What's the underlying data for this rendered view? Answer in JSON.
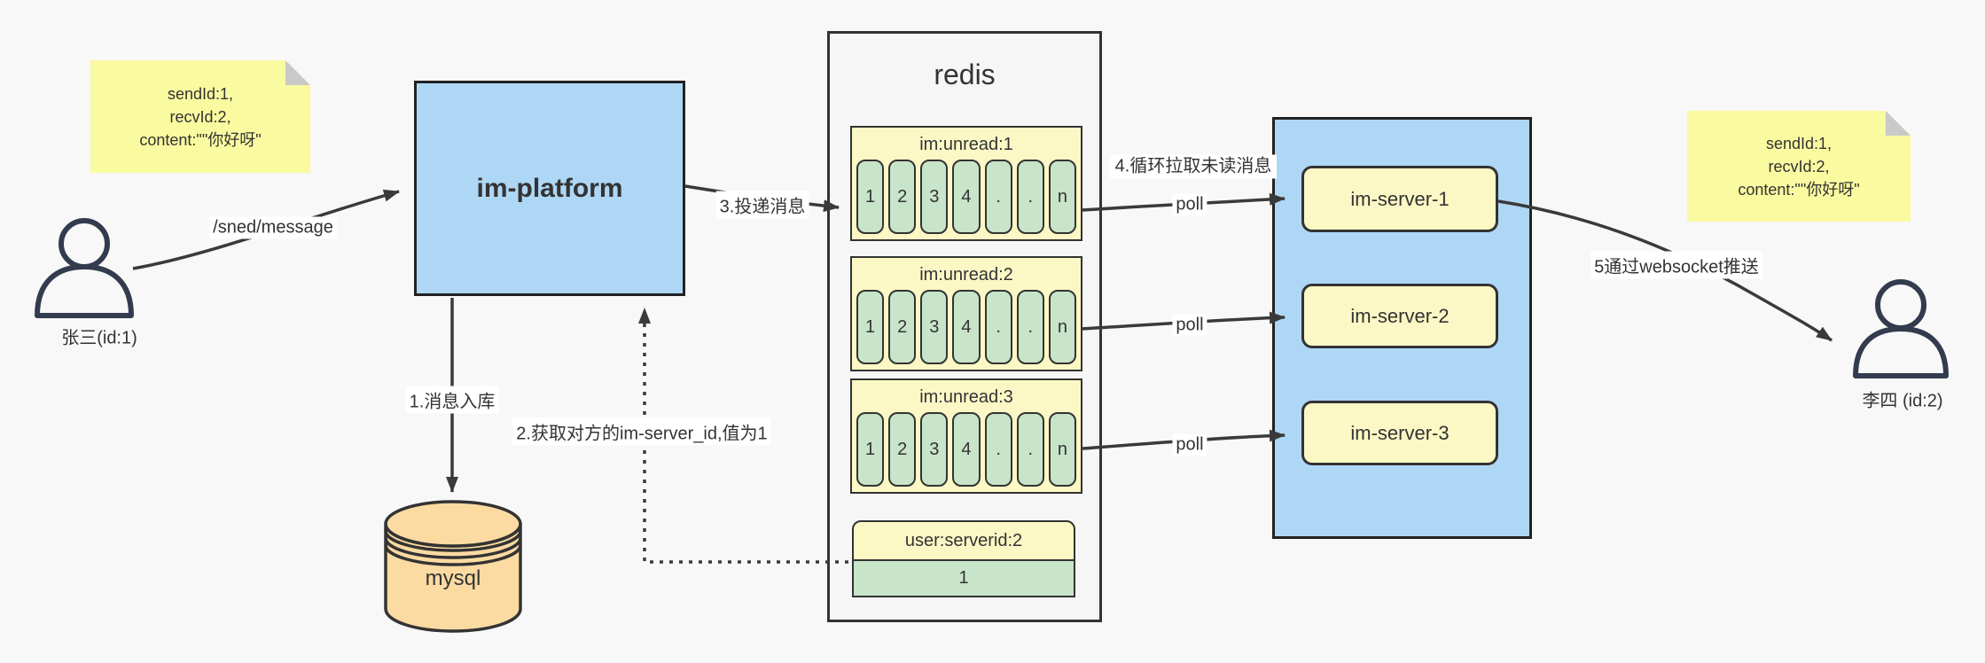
{
  "notes": {
    "left": {
      "lines": [
        "sendId:1,",
        "recvId:2,",
        "content:\"\"你好呀\""
      ]
    },
    "right": {
      "lines": [
        "sendId:1,",
        "recvId:2,",
        "content:\"\"你好呀\""
      ]
    }
  },
  "users": {
    "sender": {
      "label": "张三(id:1)"
    },
    "receiver": {
      "label": "李四 (id:2)"
    }
  },
  "platform": {
    "label": "im-platform"
  },
  "database": {
    "label": "mysql"
  },
  "redis": {
    "title": "redis",
    "queues": [
      {
        "title": "im:unread:1",
        "cells": [
          "1",
          "2",
          "3",
          "4",
          ".",
          ".",
          "n"
        ]
      },
      {
        "title": "im:unread:2",
        "cells": [
          "1",
          "2",
          "3",
          "4",
          ".",
          ".",
          "n"
        ]
      },
      {
        "title": "im:unread:3",
        "cells": [
          "1",
          "2",
          "3",
          "4",
          ".",
          ".",
          "n"
        ]
      }
    ],
    "server_map": {
      "title": "user:serverid:2",
      "value": "1"
    }
  },
  "server_cluster": {
    "servers": [
      {
        "label": "im-server-1"
      },
      {
        "label": "im-server-2"
      },
      {
        "label": "im-server-3"
      }
    ]
  },
  "edges": {
    "send_api": "/sned/message",
    "step1": "1.消息入库",
    "step2": "2.获取对方的im-server_id,值为1",
    "step3": "3.投递消息",
    "step4": "4.循环拉取未读消息",
    "step5": "5通过websocket推送",
    "poll1": "poll",
    "poll2": "poll",
    "poll3": "poll"
  },
  "colors": {
    "background": "#f8f8f8",
    "note_yellow": "#fafaa0",
    "box_blue": "#aed7f5",
    "box_yellow": "#fcf8c5",
    "cell_green": "#c8e4c9",
    "db_tan": "#fbdba2",
    "line_dark": "#3a3a3a"
  }
}
